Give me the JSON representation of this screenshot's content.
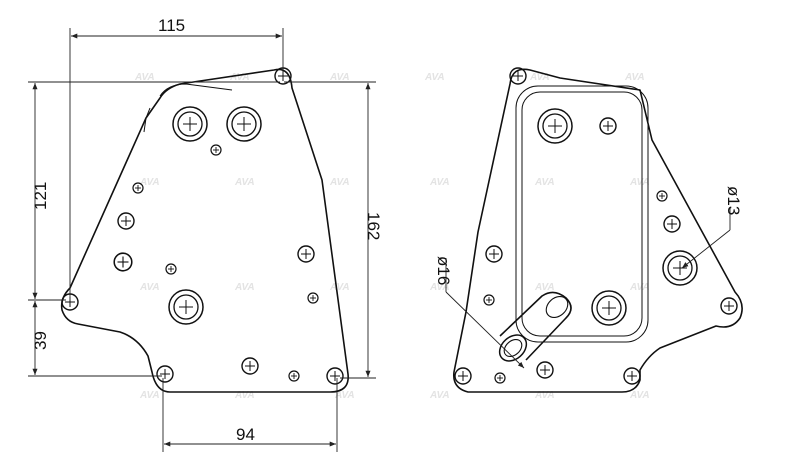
{
  "dimensions": {
    "width_top": "115",
    "height_left": "121",
    "height_bottom_left": "39",
    "height_right": "162",
    "width_bottom": "94",
    "dia_inlet": "ø16",
    "dia_port": "ø13"
  },
  "watermark": "AVA"
}
